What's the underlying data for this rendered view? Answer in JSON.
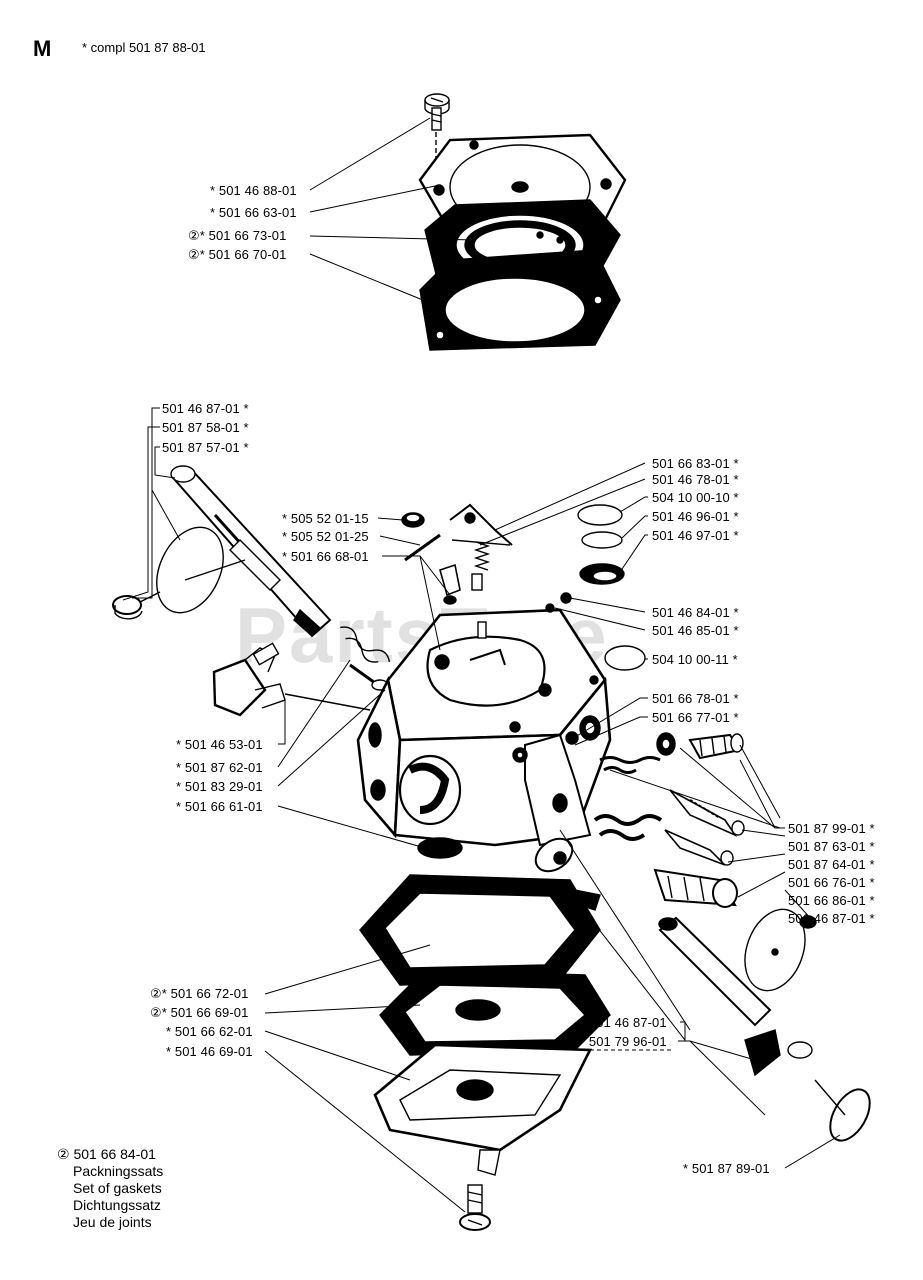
{
  "header": {
    "section_letter": "M",
    "complete_code": "* compl 501 87 88-01"
  },
  "watermark": "PartsTree",
  "labels": {
    "top_diaphragm": [
      "* 501 46 88-01",
      "* 501 66 63-01",
      "②* 501 66 73-01",
      "②* 501 66 70-01"
    ],
    "left_throttle": [
      "501 46 87-01 *",
      "501 87 58-01 *",
      "501 87 57-01 *"
    ],
    "center_screws": [
      "* 505 52 01-15",
      "* 505 52 01-25",
      "* 501 66 68-01"
    ],
    "right_upper": [
      "501 66 83-01 *",
      "501 46 78-01 *",
      "504 10 00-10 *",
      "501 46 96-01 *",
      "501 46 97-01 *",
      "501 46 84-01 *",
      "501 46 85-01 *",
      "504 10 00-11 *",
      "501 66 78-01 *",
      "501 66 77-01 *"
    ],
    "left_body": [
      "* 501 46 53-01",
      "* 501 87 62-01",
      "* 501 83 29-01",
      "* 501 66 61-01"
    ],
    "right_adjust": [
      "501 87 99-01 *",
      "501 87 63-01 *",
      "501 87 64-01 *",
      "501 66 76-01 *",
      "501 66 86-01 *",
      "501 46 87-01 *"
    ],
    "bottom_left": [
      "②* 501 66 72-01",
      "②* 501 66 69-01",
      "* 501 66 62-01",
      "* 501 46 69-01"
    ],
    "bottom_center": [
      "* 501 46 87-01",
      "* 501 79 96-01"
    ],
    "bottom_right": [
      "* 501 87 89-01"
    ]
  },
  "legend": {
    "code": "② 501 66 84-01",
    "lines": [
      "Packningssats",
      "Set of gaskets",
      "Dichtungssatz",
      "Jeu de joints"
    ]
  },
  "colors": {
    "ink": "#000000",
    "watermark": "#bdbdbd",
    "paper": "#ffffff"
  }
}
